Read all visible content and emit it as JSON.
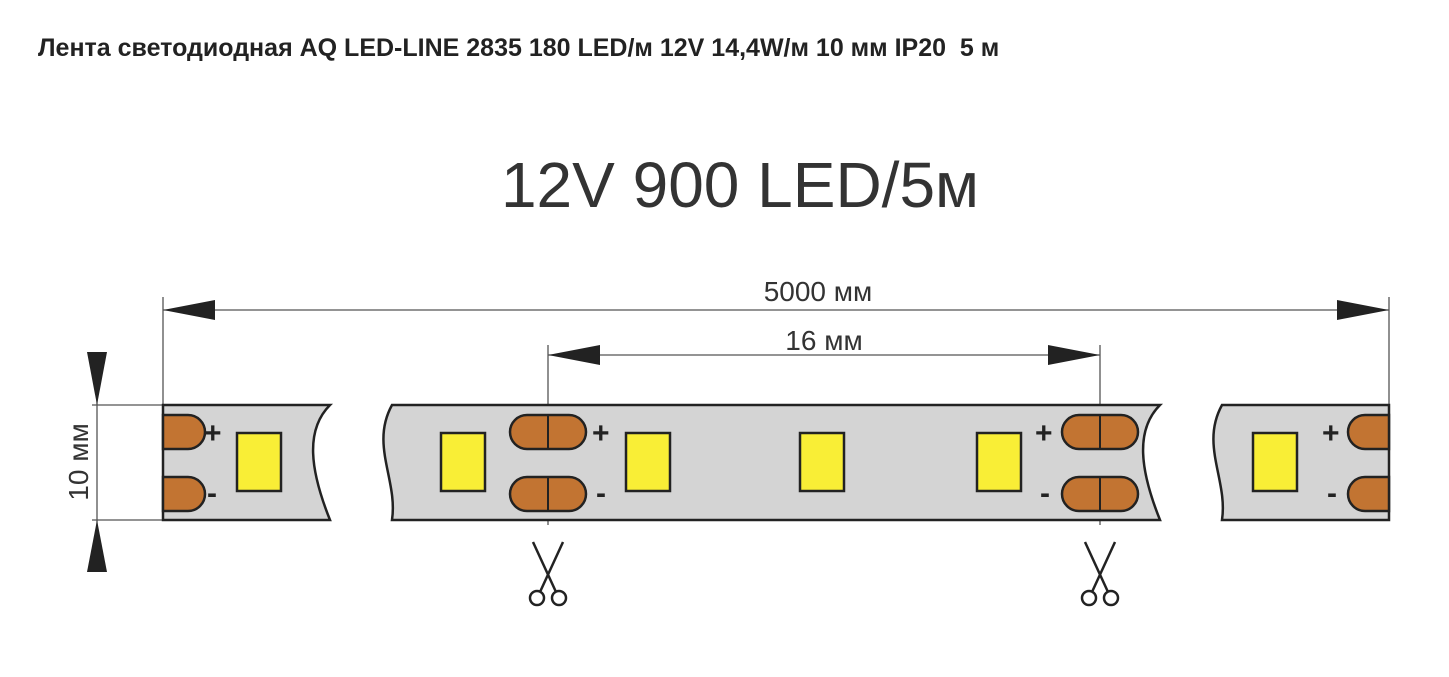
{
  "product_title": "Лента светодиодная AQ LED-LINE 2835 180 LED/м 12V 14,4W/м 10 мм IP20  5 м",
  "diagram": {
    "heading": "12V 900 LED/5м",
    "total_length_label": "5000 мм",
    "cut_interval_label": "16 мм",
    "width_label": "10 мм",
    "plus_sign": "+",
    "minus_sign": "-",
    "colors": {
      "strip": "#d4d4d4",
      "pad": "#c27432",
      "led": "#f9ee36"
    },
    "icons": [
      "scissors-icon",
      "arrow-icon"
    ]
  }
}
